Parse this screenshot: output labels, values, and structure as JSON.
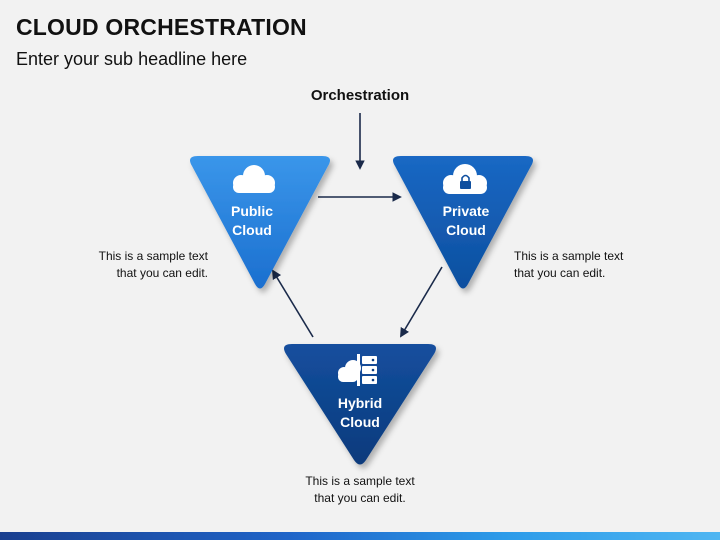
{
  "slide": {
    "title": "CLOUD ORCHESTRATION",
    "subtitle": "Enter your sub headline here"
  },
  "diagram": {
    "top_label": "Orchestration",
    "nodes": {
      "public": {
        "line1": "Public",
        "line2": "Cloud",
        "icon": "cloud-icon"
      },
      "private": {
        "line1": "Private",
        "line2": "Cloud",
        "icon": "cloud-lock-icon"
      },
      "hybrid": {
        "line1": "Hybrid",
        "line2": "Cloud",
        "icon": "hybrid-cloud-server-icon"
      }
    },
    "captions": {
      "left": {
        "line1": "This is a sample text",
        "line2": "that you can edit."
      },
      "right": {
        "line1": "This is a sample text",
        "line2": "that you can edit."
      },
      "bottom": {
        "line1": "This is a sample text",
        "line2": "that you can edit."
      }
    }
  },
  "colors": {
    "public_top": "#3a96ea",
    "public_bottom": "#1b6fcf",
    "private_top": "#1a68c4",
    "private_bottom": "#0d4f9f",
    "hybrid_top": "#144f9e",
    "hybrid_bottom": "#0a3a7c",
    "arrow": "#1a2a4a"
  }
}
